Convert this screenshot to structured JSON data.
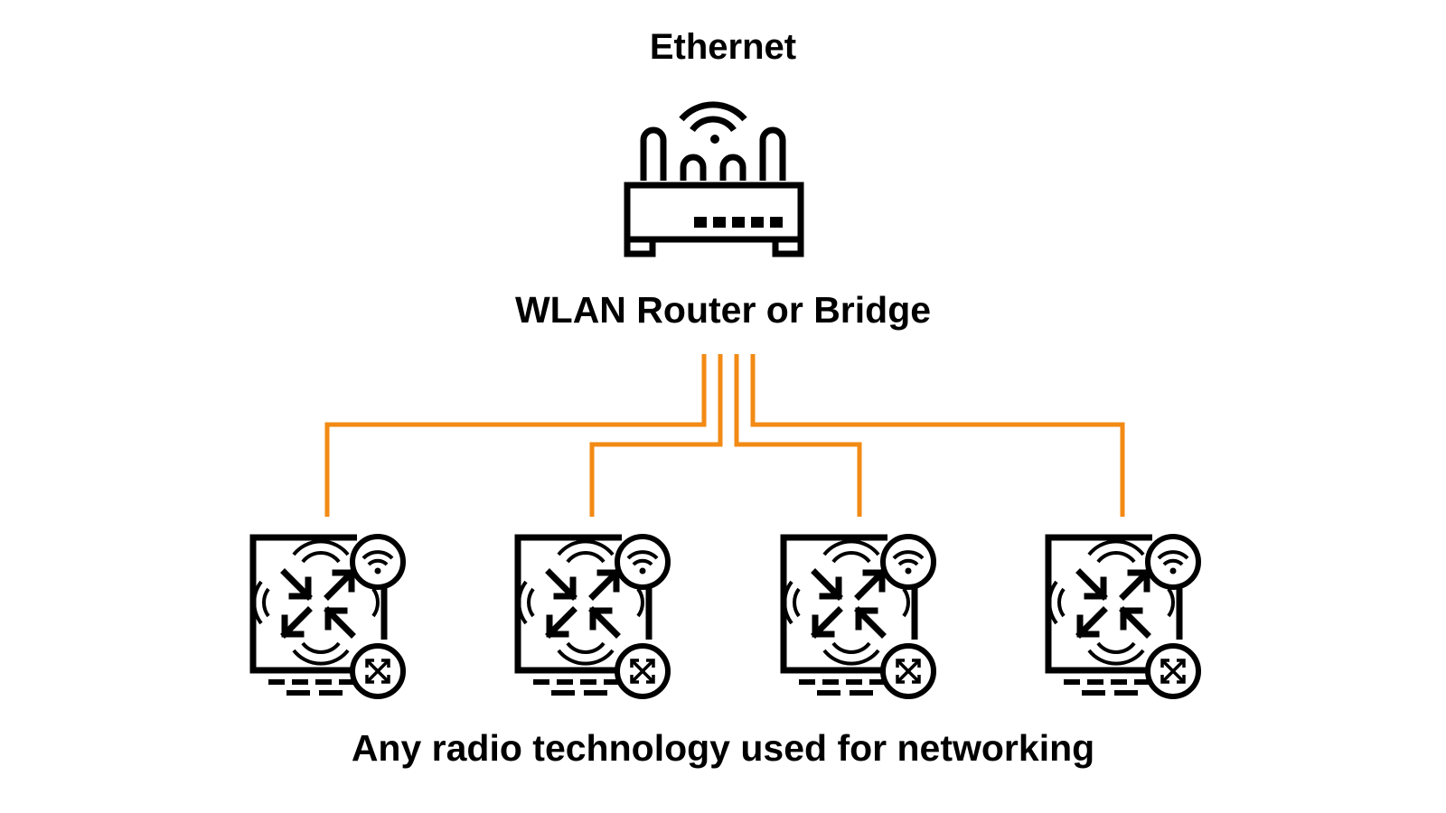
{
  "diagram": {
    "top_label": "Ethernet",
    "router_label": "WLAN Router or Bridge",
    "bottom_label": "Any radio technology used for networking",
    "connector_color": "#F28A14",
    "icon_color": "#000000",
    "nodes": [
      {
        "id": "router",
        "icon": "wifi-router-icon"
      },
      {
        "id": "node-1",
        "icon": "mesh-node-icon"
      },
      {
        "id": "node-2",
        "icon": "mesh-node-icon"
      },
      {
        "id": "node-3",
        "icon": "mesh-node-icon"
      },
      {
        "id": "node-4",
        "icon": "mesh-node-icon"
      }
    ]
  }
}
